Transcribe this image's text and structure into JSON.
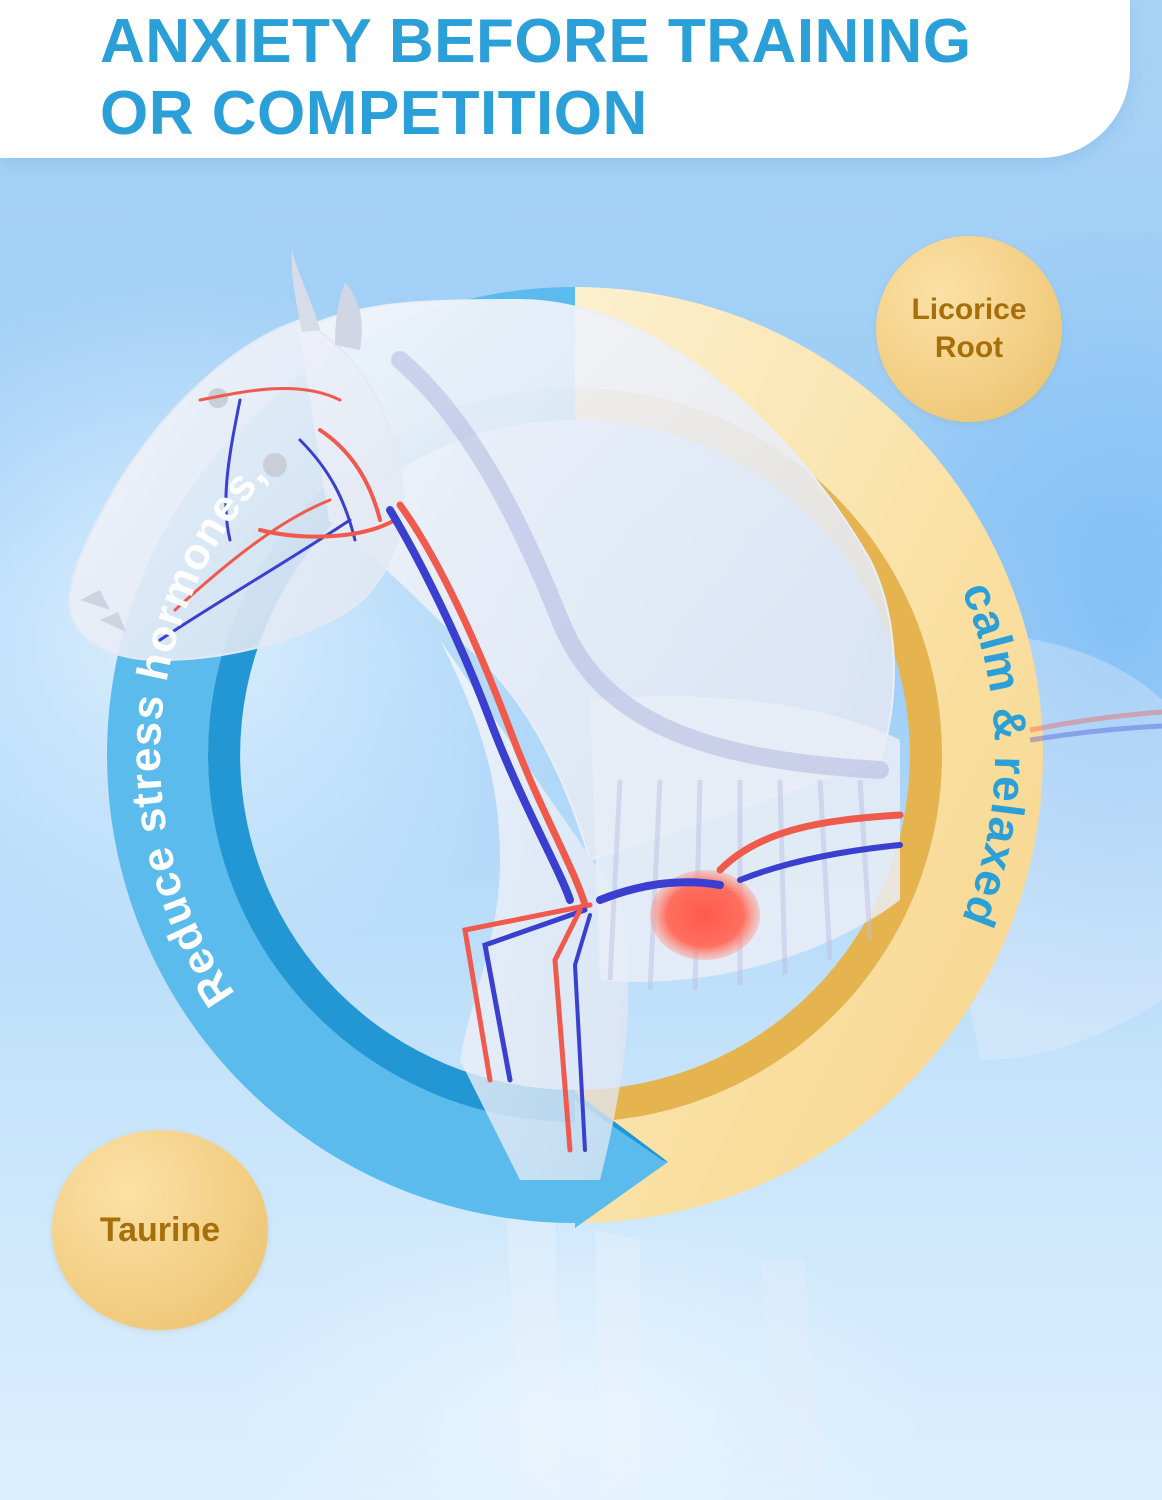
{
  "header": {
    "title_line1": "ANXIETY BEFORE TRAINING",
    "title_line2": "OR COMPETITION"
  },
  "cycle": {
    "left_arc_text": "Reduce stress hormones,",
    "right_arc_text": "calm & relaxed",
    "colors": {
      "blue_outer": "#5bbbec",
      "blue_inner": "#2397d4",
      "gold_outer": "#f9dfa0",
      "gold_inner": "#e6b44e",
      "text_blue": "#2a9fd8"
    }
  },
  "ingredients": [
    {
      "name_line1": "Licorice",
      "name_line2": "Root"
    },
    {
      "name_line1": "Taurine"
    }
  ],
  "illustration": {
    "subject": "translucent horse anatomy with circulatory system",
    "icon": "horse-anatomy-illustration"
  }
}
